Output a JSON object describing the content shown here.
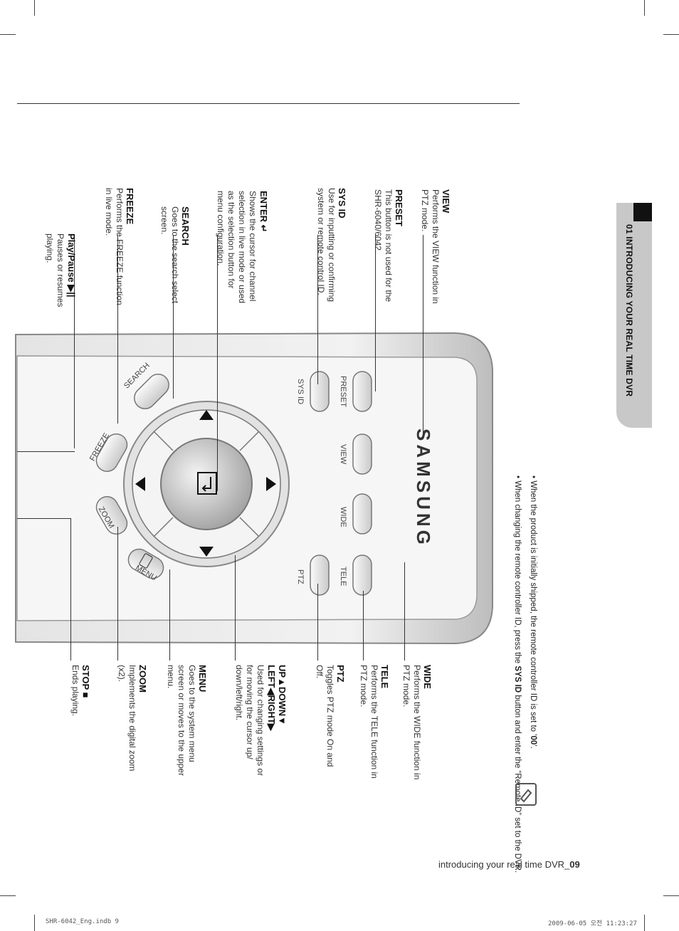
{
  "side_tab": "01 INTRODUCING YOUR REAL TIME DVR",
  "remote": {
    "brand": "SAMSUNG",
    "buttons": {
      "menu": "MENU",
      "zoom": "ZOOM",
      "freeze": "FREEZE",
      "search": "SEARCH",
      "ptz": "PTZ",
      "tele": "TELE",
      "wide": "WIDE",
      "view": "VIEW",
      "preset": "PRESET",
      "sys_id": "SYS ID"
    }
  },
  "top_labels": [
    {
      "title": "Play/Pause ▶||",
      "desc": [
        "Pauses or resumes",
        "playing."
      ]
    },
    {
      "title": "FREEZE",
      "desc": [
        "Performs the FREEZE function",
        "in live mode."
      ]
    },
    {
      "title": "SEARCH",
      "desc": [
        "Goes to the search select",
        "screen."
      ]
    },
    {
      "title": "ENTER ↵",
      "desc": [
        "Shows the cursor for channel",
        "selection in live mode or used",
        "as the selection button for",
        "menu configuration."
      ]
    },
    {
      "title": "SYS ID",
      "desc": [
        "Use for inputting or confirming",
        "system or remote control ID."
      ]
    },
    {
      "title": "PRESET",
      "desc": [
        "This button is not used for the",
        "SHR-6040/6042."
      ]
    },
    {
      "title": "VIEW",
      "desc": [
        "Performs the VIEW function in",
        "PTZ mode."
      ]
    }
  ],
  "bottom_labels": [
    {
      "title": "STOP ■",
      "desc": [
        "Ends playing."
      ]
    },
    {
      "title": "ZOOM",
      "desc": [
        "Implements the digital zoom",
        "(x2)."
      ]
    },
    {
      "title": "MENU",
      "desc": [
        "Goes to the system menu",
        "screen or moves to the upper",
        "menu."
      ]
    },
    {
      "title": "UP▲DOWN▼",
      "title2": "LEFT◀RIGHT▶",
      "desc": [
        "Used for changing settings or",
        "for moving the cursor up/",
        "down/left/right."
      ]
    },
    {
      "title": "PTZ",
      "desc": [
        "Toggles PTZ mode On and",
        "Off."
      ]
    },
    {
      "title": "TELE",
      "desc": [
        "Performs the TELE function in",
        "PTZ mode."
      ]
    },
    {
      "title": "WIDE",
      "desc": [
        "Performs the WIDE function in",
        "PTZ mode."
      ]
    }
  ],
  "notes": {
    "n1_a": "When the product is initially shipped, the remote controller ID is set to '",
    "n1_b": "00",
    "n1_c": "'.",
    "n2_a": "When changing the remote controller ID, press the ",
    "n2_b": "SYS ID",
    "n2_c": " button and enter the “Remote ID” set to the DVR."
  },
  "footer": {
    "text": "introducing your real time DVR_",
    "page": "09"
  },
  "imprint": {
    "file": "SHR-6042_Eng.indb   9",
    "date": "2009-06-05   오전 11:23:27"
  }
}
